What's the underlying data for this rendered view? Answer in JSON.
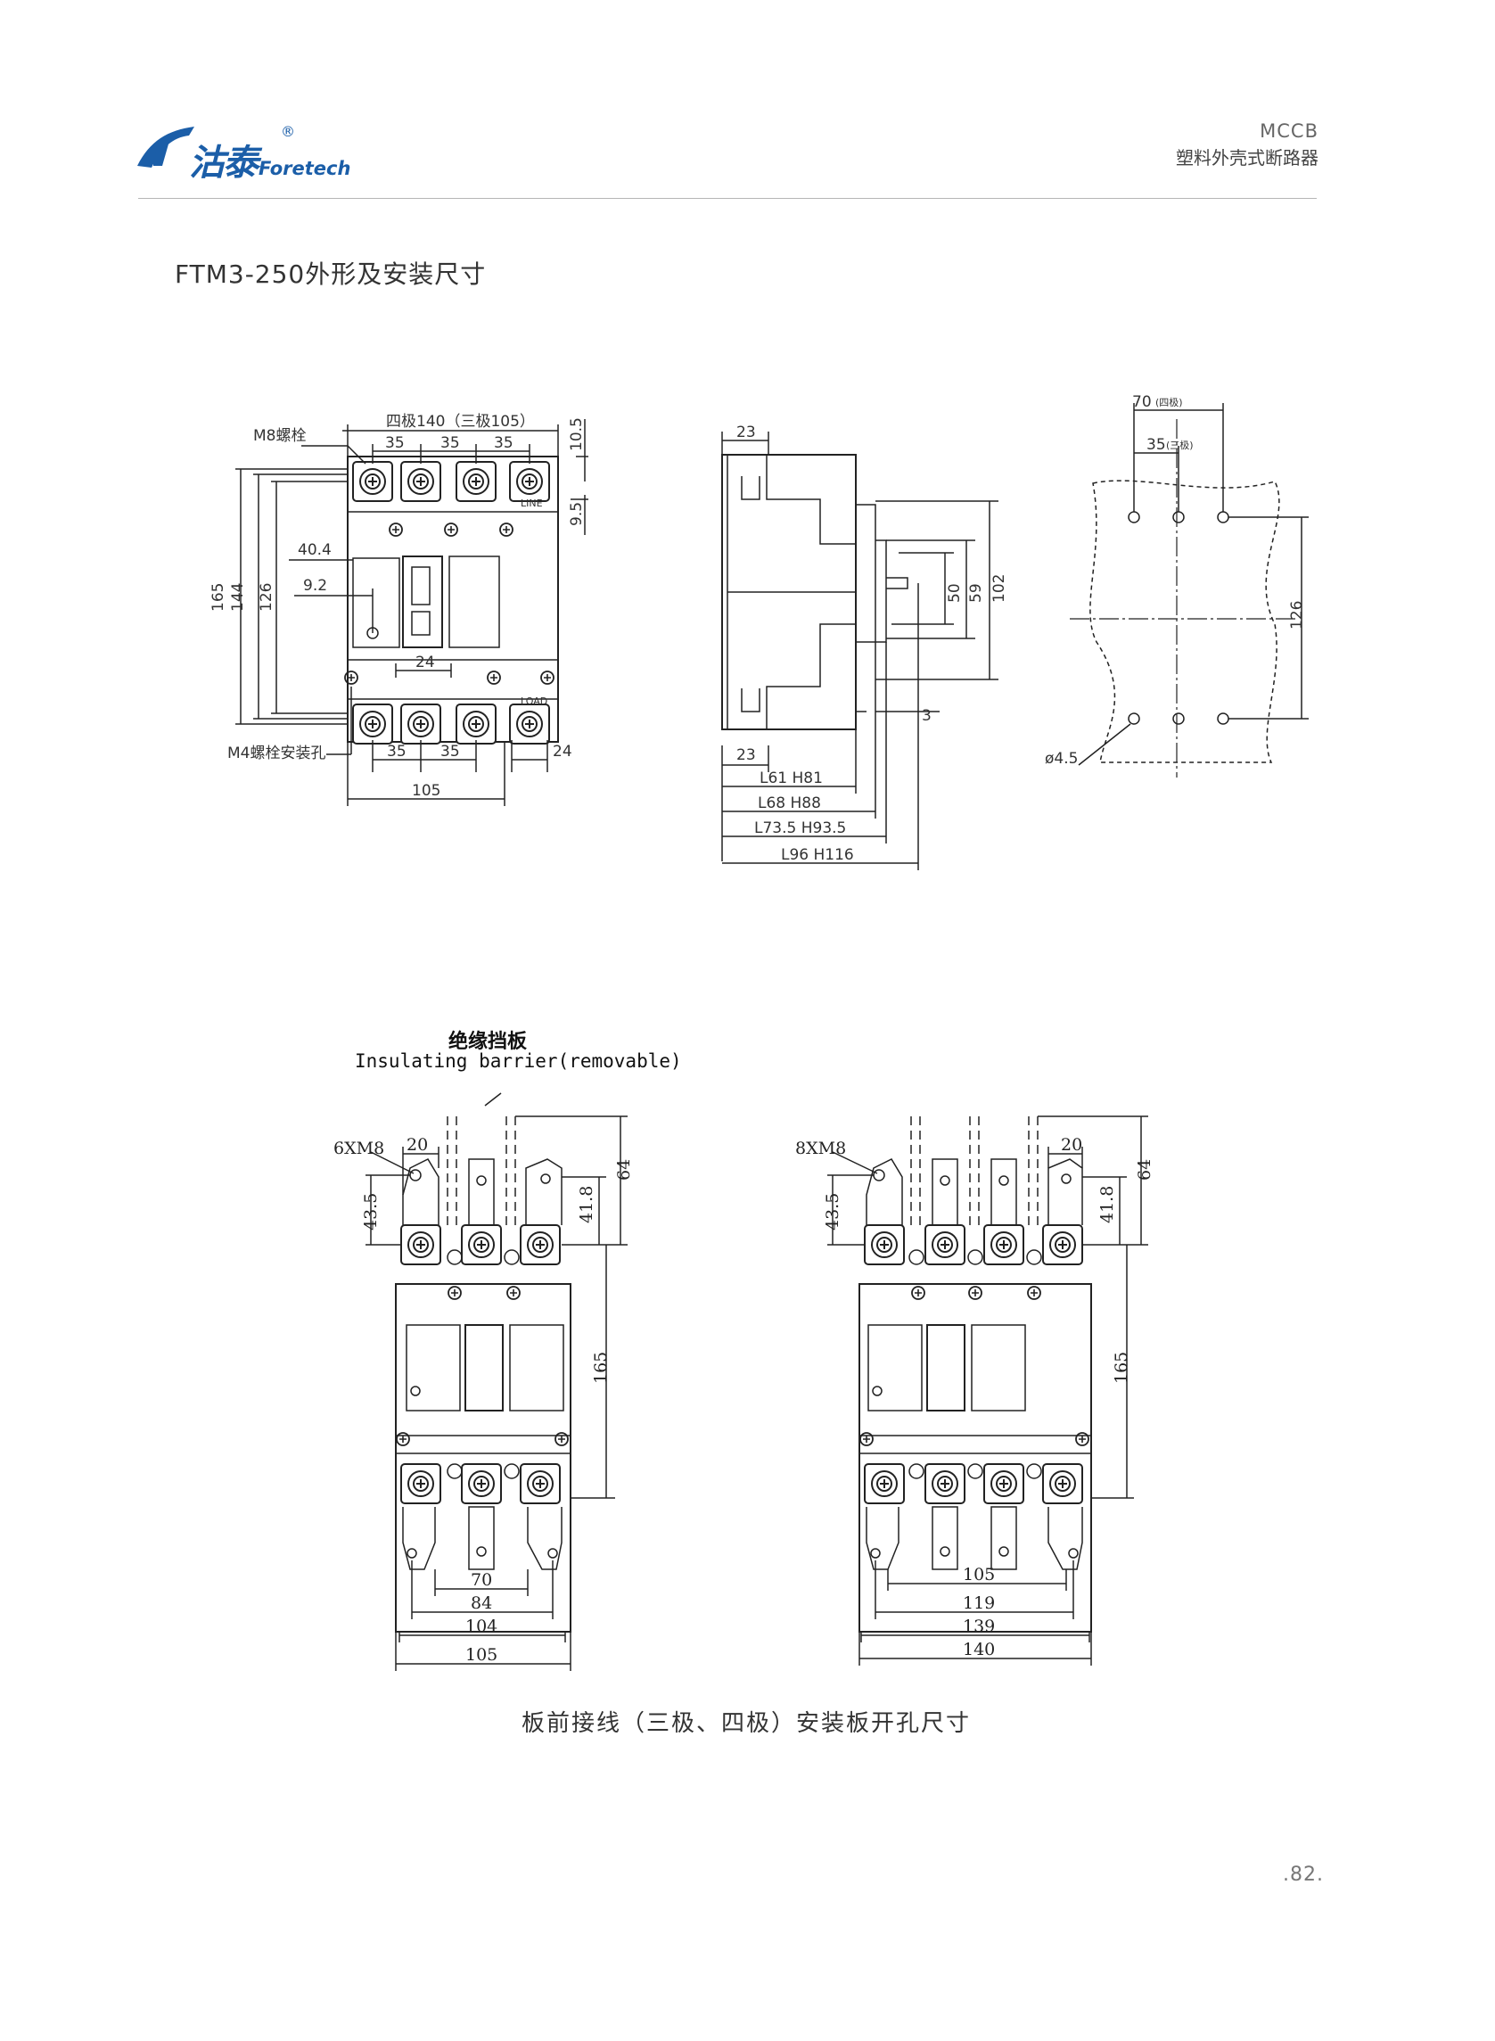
{
  "header": {
    "brand_cn": "沽泰",
    "brand_en": "Foretech",
    "brand_reg": "®",
    "product_code": "MCCB",
    "product_name": "塑料外壳式断路器"
  },
  "section_title": "FTM3-250外形及安装尺寸",
  "front_view": {
    "width_label": "四极140（三极105）",
    "bolt_label": "M8螺栓",
    "pitch_label": "35",
    "dim_top_offset": "10.5",
    "dim_upper_offset": "9.5",
    "dim_handle_width": "40.4",
    "dim_handle_offset": "9.2",
    "dim_height_165": "165",
    "dim_height_144": "144",
    "dim_height_126": "126",
    "dim_center": "24",
    "mount_label": "M4螺栓安装孔",
    "dim_bottom_35a": "35",
    "dim_bottom_35b": "35",
    "dim_bottom_24": "24",
    "dim_bottom_105": "105",
    "line_label": "LINE",
    "load_label": "LOAD"
  },
  "side_view": {
    "dim_23_top": "23",
    "dim_23_bottom": "23",
    "dim_50": "50",
    "dim_59": "59",
    "dim_102": "102",
    "dim_3": "3",
    "l1": "L61  H81",
    "l2": "L68  H88",
    "l3": "L73.5  H93.5",
    "l4": "L96  H116"
  },
  "mounting_holes": {
    "dim_70": "70",
    "dim_70_note": "(四极)",
    "dim_35": "35",
    "dim_35_note": "(三极)",
    "dim_126": "126",
    "hole_dia": "ø4.5"
  },
  "barrier": {
    "label_cn": "绝缘挡板",
    "label_en": "Insulating barrier(removable)"
  },
  "three_pole": {
    "bolt": "6XM8",
    "dim_20": "20",
    "dim_43_5": "43.5",
    "dim_41_8": "41.8",
    "dim_64": "64",
    "dim_165": "165",
    "dim_70": "70",
    "dim_84": "84",
    "dim_104": "104",
    "dim_105": "105"
  },
  "four_pole": {
    "bolt": "8XM8",
    "dim_20": "20",
    "dim_43_5": "43.5",
    "dim_41_8": "41.8",
    "dim_64": "64",
    "dim_165": "165",
    "dim_105": "105",
    "dim_119": "119",
    "dim_139": "139",
    "dim_140": "140"
  },
  "caption": "板前接线（三极、四极）安装板开孔尺寸",
  "page_number": ".82."
}
